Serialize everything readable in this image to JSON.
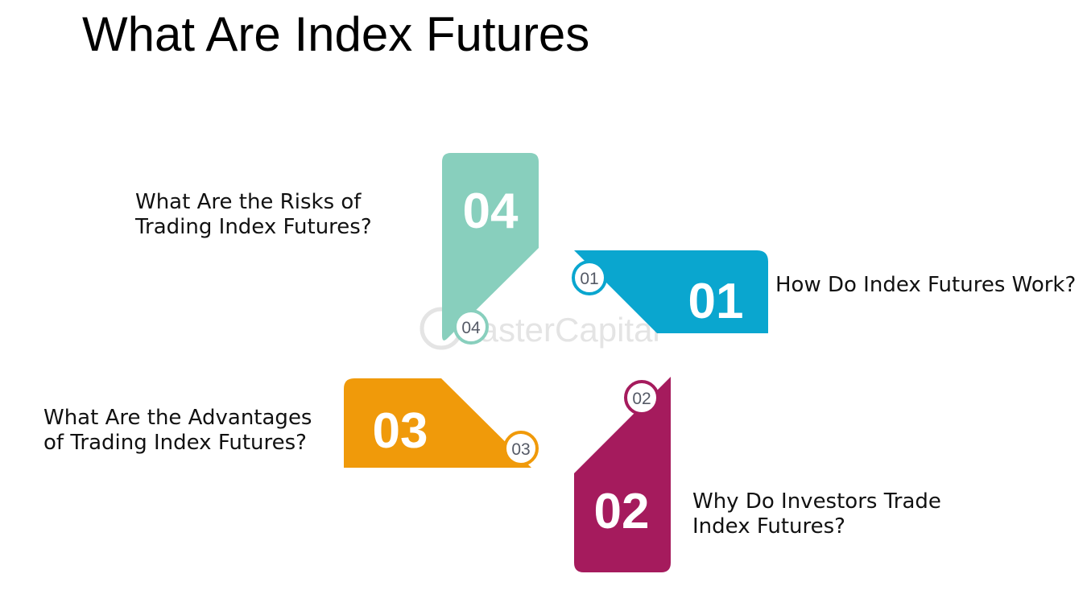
{
  "title": "What Are Index Futures",
  "watermark": "FasterCapital",
  "colors": {
    "step01": "#0aa6cf",
    "step02": "#a51b5d",
    "step03": "#f09a0a",
    "step04": "#88cfbd"
  },
  "steps": [
    {
      "number": "01",
      "badge": "01",
      "label": "How Do Index Futures Work?"
    },
    {
      "number": "02",
      "badge": "02",
      "label": "Why Do Investors Trade Index Futures?"
    },
    {
      "number": "03",
      "badge": "03",
      "label": "What Are the Advantages of Trading Index Futures?"
    },
    {
      "number": "04",
      "badge": "04",
      "label": "What Are the Risks of Trading Index Futures?"
    }
  ]
}
